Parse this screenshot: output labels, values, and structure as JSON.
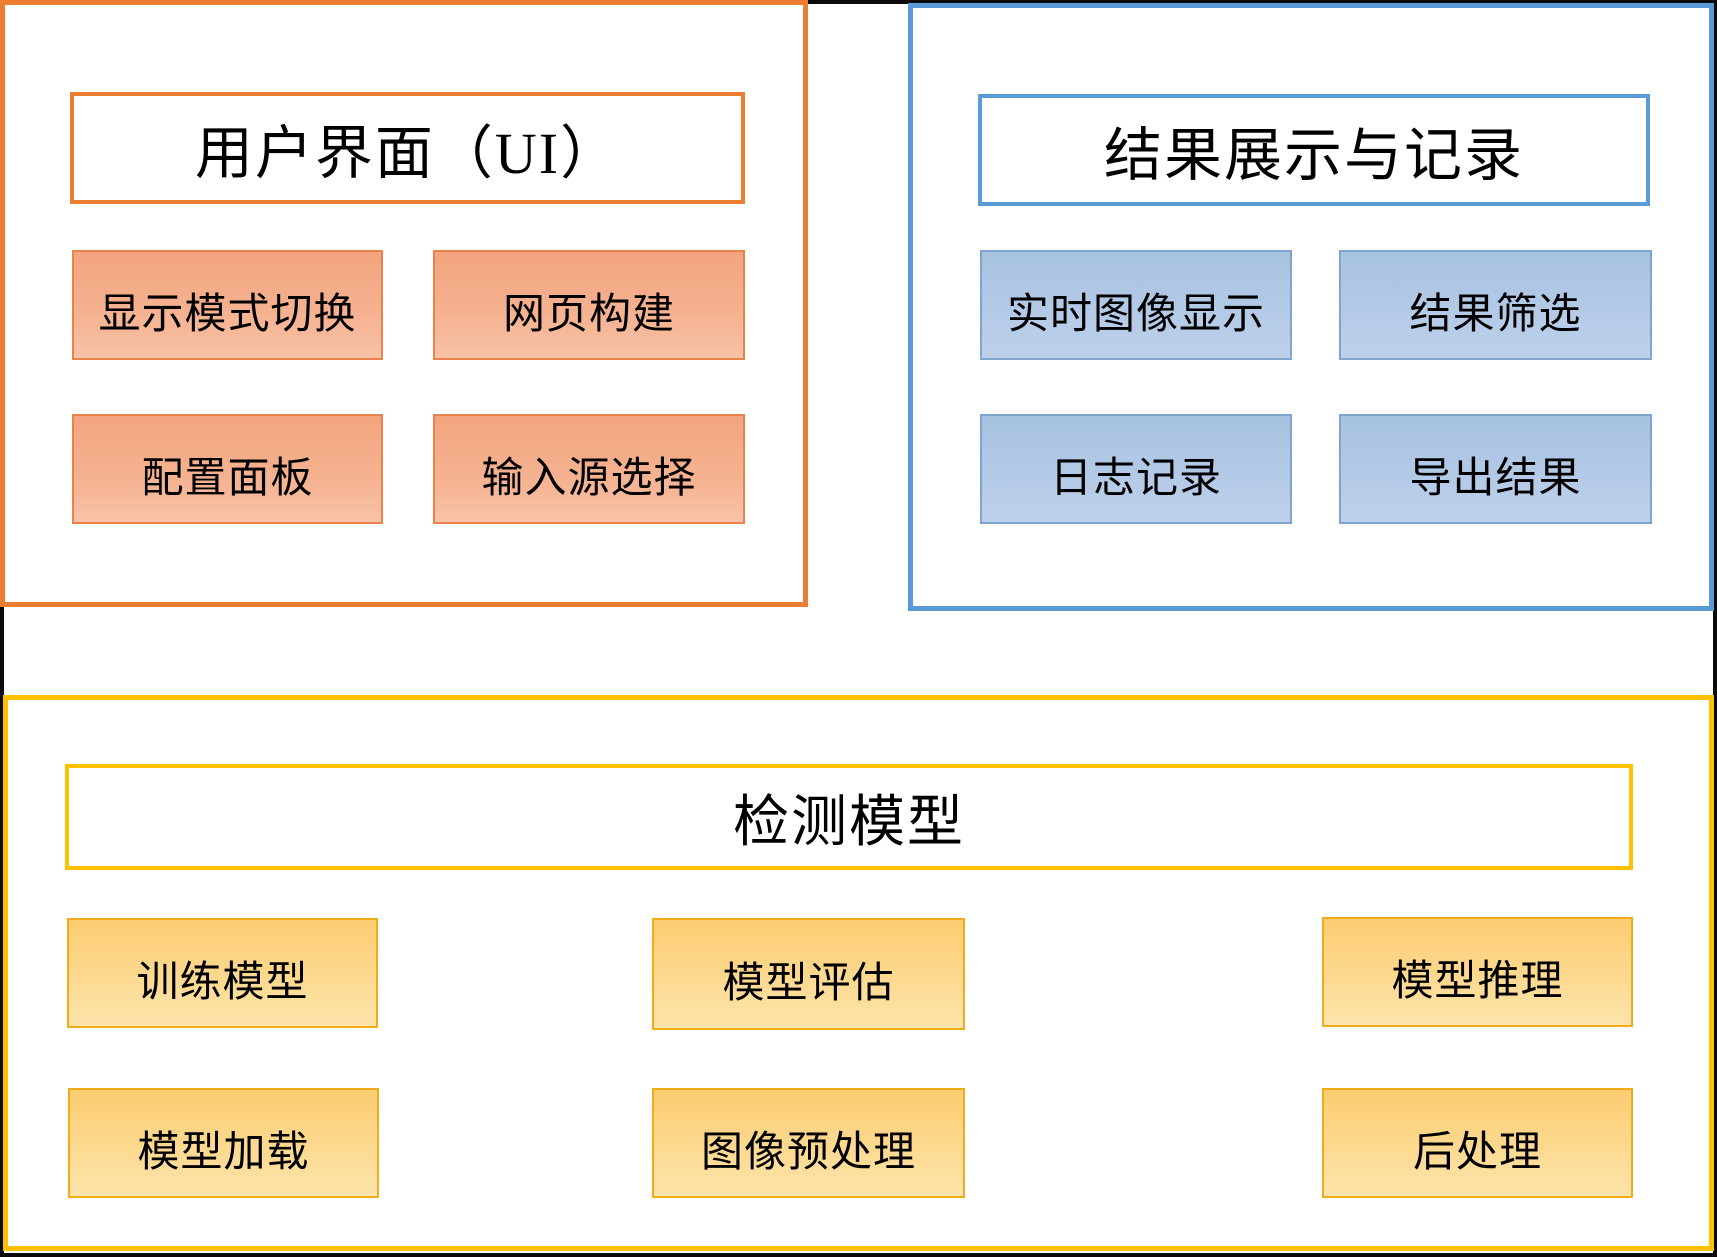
{
  "sections": [
    {
      "id": "ui",
      "title": "用户界面（UI）",
      "accent": "#ED7D31",
      "boxes": [
        "显示模式切换",
        "网页构建",
        "配置面板",
        "输入源选择"
      ]
    },
    {
      "id": "results",
      "title": "结果展示与记录",
      "accent": "#5B9BD5",
      "boxes": [
        "实时图像显示",
        "结果筛选",
        "日志记录",
        "导出结果"
      ]
    },
    {
      "id": "model",
      "title": "检测模型",
      "accent": "#FFC000",
      "boxes": [
        "训练模型",
        "模型评估",
        "模型推理",
        "模型加载",
        "图像预处理",
        "后处理"
      ]
    }
  ]
}
